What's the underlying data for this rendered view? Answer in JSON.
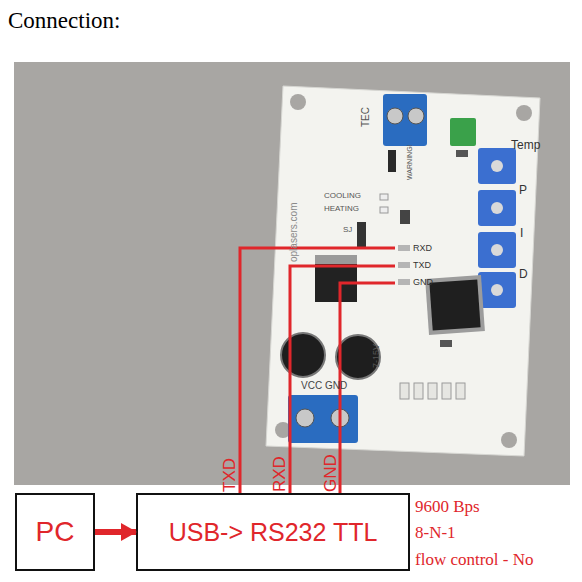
{
  "diagram": {
    "title": "Connection:",
    "nodes": [
      {
        "text": [
          "PC"
        ]
      },
      {
        "text": [
          "USB-> RS232 TTL"
        ]
      }
    ],
    "edges": [
      {
        "from": 0,
        "to": 1,
        "arrow": "to"
      }
    ],
    "labels": [
      "TEC",
      "Temp",
      "P",
      "I",
      "D",
      "WARNING!",
      "COOLING",
      "HEATING",
      "SJ",
      "oplasers.com",
      "RXD",
      "TXD",
      "GND",
      "7-15V",
      "VCC GND",
      "TXD",
      "RXD",
      "GND",
      "9600 Bps",
      "8-N-1",
      "flow control - No"
    ]
  }
}
